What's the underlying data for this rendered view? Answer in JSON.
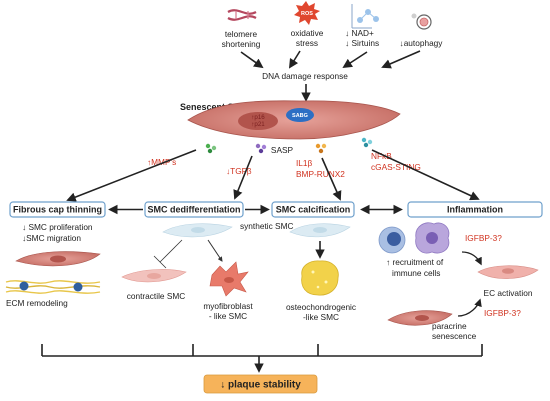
{
  "stressors": {
    "telomere": [
      "telomere",
      "shortening"
    ],
    "oxidative": [
      "oxidative",
      "stress"
    ],
    "ros_badge": "ROS",
    "nad": [
      "↓ NAD+",
      "↓ Sirtuins"
    ],
    "autophagy": "↓autophagy"
  },
  "dna_damage": "DNA damage response",
  "senescent_smc": {
    "label": "Senescent SMC",
    "markers": [
      "↑p16",
      "↑p21"
    ],
    "sabg": "SABG"
  },
  "sasp": "SASP",
  "mediators": {
    "mmps": "↑MMP's",
    "tgfb": "↓TGFβ",
    "il1b": [
      "IL1β",
      "BMP-RUNX2"
    ],
    "nfkb": [
      "NFκB",
      "cGAS-STING"
    ]
  },
  "boxes": {
    "fibrous": "Fibrous cap thinning",
    "dediff": "SMC dedifferentiation",
    "calc": "SMC calcification",
    "inflam": "Inflammation"
  },
  "fibrous_details": [
    "↓ SMC proliferation",
    "↓SMC migration"
  ],
  "ecm": "ECM remodeling",
  "synthetic": "synthetic SMC",
  "contractile": "contractile SMC",
  "myofibroblast": [
    "myofibroblast",
    "- like SMC"
  ],
  "osteo": [
    "osteochondrogenic",
    "-like SMC"
  ],
  "immune": [
    "↑ recruitment of",
    "immune cells"
  ],
  "igfbp_top": "IGFBP-3?",
  "igfbp_bottom": "IGFBP-3?",
  "ec_activation": "EC activation",
  "paracrine": [
    "paracrine",
    "senescence"
  ],
  "outcome": "↓ plaque stability",
  "colors": {
    "box_border": "#6fa0cc",
    "accent_red": "#d0321f",
    "outcome_fill": "#f6b35a",
    "smc_fill": "#cf7a70",
    "sabg_fill": "#2d6fc4"
  }
}
